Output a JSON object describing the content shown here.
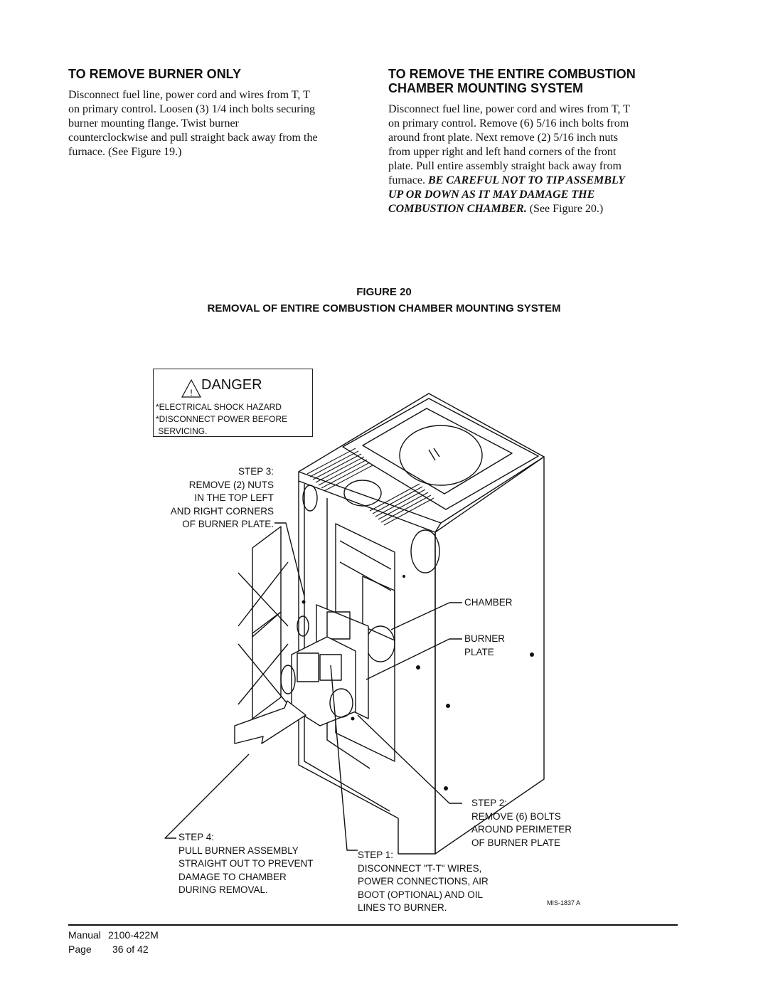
{
  "left_section": {
    "heading": "TO REMOVE BURNER ONLY",
    "lines": [
      "Disconnect fuel line, power cord and wires from T, T",
      "on primary control.  Loosen (3) 1/4 inch bolts securing",
      "burner mounting flange.  Twist burner",
      "counterclockwise and pull straight back away from the",
      "furnace.  (See Figure 19.)"
    ]
  },
  "right_section": {
    "heading_line1": "TO REMOVE THE ENTIRE COMBUSTION",
    "heading_line2": "CHAMBER MOUNTING SYSTEM",
    "lines": [
      "Disconnect fuel line, power cord and wires from T, T",
      "on primary control.  Remove (6) 5/16 inch bolts from",
      "around front plate.  Next remove (2) 5/16 inch nuts",
      "from upper right and left hand corners of the front",
      "plate.  Pull entire assembly straight back away from"
    ],
    "line6_prefix": "furnace.  ",
    "warning_part1": "BE CAREFUL NOT TO TIP ASSEMBLY",
    "warning_part2": "UP OR DOWN AS IT MAY DAMAGE THE",
    "warning_part3": "COMBUSTION CHAMBER.",
    "line8_suffix": "   (See Figure 20.)"
  },
  "figure": {
    "number": "FIGURE  20",
    "caption": "REMOVAL OF ENTIRE COMBUSTION CHAMBER MOUNTING SYSTEM",
    "danger": {
      "title": "DANGER",
      "icon_glyph": "!",
      "lines": "*ELECTRICAL SHOCK HAZARD\n*DISCONNECT POWER BEFORE\n SERVICING."
    },
    "step3": "STEP 3:\nREMOVE (2) NUTS\nIN THE TOP LEFT\nAND RIGHT CORNERS\nOF BURNER PLATE.",
    "chamber": "CHAMBER",
    "burner_plate": "BURNER\nPLATE",
    "step2": "STEP 2:\nREMOVE (6) BOLTS\nAROUND PERIMETER\nOF BURNER PLATE",
    "step4": "STEP 4:\nPULL BURNER ASSEMBLY\nSTRAIGHT OUT TO PREVENT\nDAMAGE TO CHAMBER\nDURING REMOVAL.",
    "step1": "STEP 1:\nDISCONNECT \"T-T\" WIRES,\nPOWER CONNECTIONS, AIR\nBOOT (OPTIONAL) AND OIL\nLINES TO BURNER.",
    "drawing_id": "MIS-1837 A"
  },
  "footer": {
    "manual_label": "Manual",
    "manual_number": "2100-422M",
    "page_label": "Page",
    "page_value": "36 of 42"
  }
}
